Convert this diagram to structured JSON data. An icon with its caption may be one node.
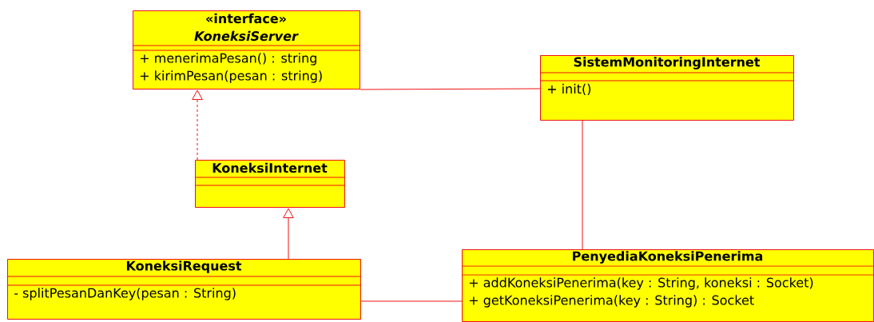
{
  "diagram": {
    "nodes": [
      {
        "text": [
          "«interface»",
          "KoneksiServer",
          "+ menerimaPesan() : string",
          "+ kirimPesan(pesan : string)"
        ]
      },
      {
        "text": [
          "SistemMonitoringInternet",
          "+ init()"
        ]
      },
      {
        "text": [
          "KoneksiInternet"
        ]
      },
      {
        "text": [
          "KoneksiRequest",
          "- splitPesanDanKey(pesan : String)"
        ]
      },
      {
        "text": [
          "PenyediaKoneksiPenerima",
          "+ addKoneksiPenerima(key : String, koneksi : Socket)",
          "+ getKoneksiPenerima(key : String) : Socket"
        ]
      }
    ],
    "edges": [
      {
        "from": 2,
        "to": 0,
        "arrow": "to",
        "style": "dashed"
      },
      {
        "from": 3,
        "to": 2,
        "arrow": "to"
      },
      {
        "from": 0,
        "to": 1,
        "arrow": "none"
      },
      {
        "from": 1,
        "to": 4,
        "arrow": "none"
      },
      {
        "from": 3,
        "to": 4,
        "arrow": "none"
      }
    ]
  }
}
